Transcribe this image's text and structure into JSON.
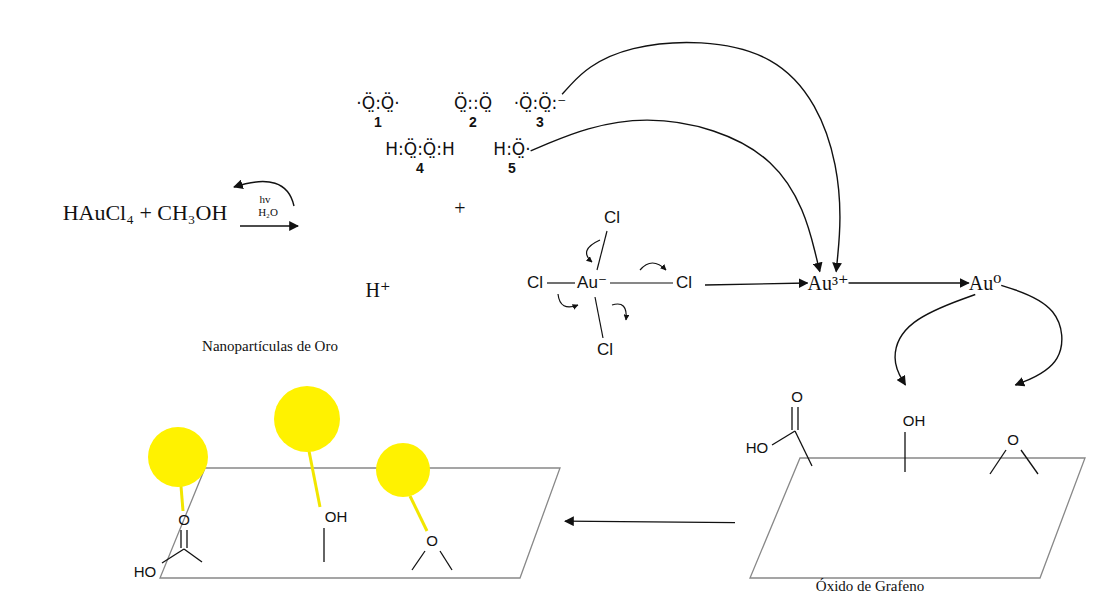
{
  "diagram": {
    "nodes": [
      {
        "text": [
          "·Ö̤:Ö̤·",
          "1"
        ]
      },
      {
        "text": [
          "Ö̤::Ö̤",
          "2"
        ]
      },
      {
        "text": [
          "·Ö̤:Ö̤:⁻",
          "3"
        ]
      },
      {
        "text": [
          "H:Ö̤:Ö̤:H",
          "4"
        ]
      },
      {
        "text": [
          "H:Ö̤·",
          "5"
        ]
      },
      {
        "text": [
          "HAuCl₄ + CH₃OH"
        ]
      },
      {
        "text": [
          "H⁺"
        ]
      },
      {
        "text": [
          "Cl",
          "Cl",
          "Au⁻",
          "Cl",
          "Cl"
        ]
      },
      {
        "text": [
          "Au³⁺"
        ]
      },
      {
        "text": [
          "Au⁰"
        ]
      },
      {
        "text": [
          "O",
          "HO",
          "OH",
          "O",
          "Óxido de Grafeno"
        ]
      },
      {
        "text": [
          "Nanopartículas de Oro",
          "O",
          "HO",
          "OH",
          "O"
        ]
      }
    ],
    "edges": [
      {
        "from": 2,
        "to": 8,
        "arrow": "to"
      },
      {
        "from": 4,
        "to": 8,
        "arrow": "to"
      },
      {
        "from": 7,
        "to": 8,
        "arrow": "to"
      },
      {
        "from": 8,
        "to": 9,
        "arrow": "to"
      },
      {
        "from": 9,
        "to": 10,
        "arrow": "to"
      },
      {
        "from": 9,
        "to": 10,
        "arrow": "to"
      },
      {
        "from": 10,
        "to": 11,
        "arrow": "to"
      }
    ],
    "labels": [
      "hv",
      "H₂O",
      "+"
    ]
  }
}
